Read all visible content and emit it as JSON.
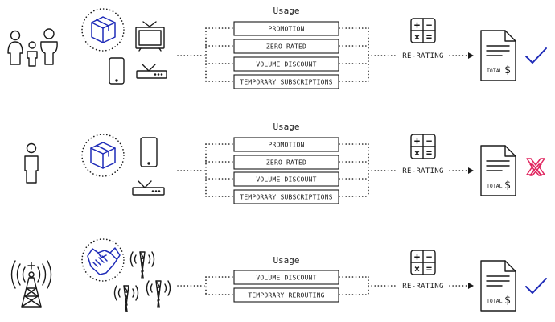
{
  "rows": [
    {
      "usage_title": "Usage",
      "items": [
        "PROMOTION",
        "ZERO RATED",
        "VOLUME DISCOUNT",
        "TEMPORARY SUBSCRIPTIONS"
      ],
      "rerating": "RE-RATING",
      "total": "TOTAL",
      "currency": "$",
      "result": "check",
      "result_color": "#1e2bb8"
    },
    {
      "usage_title": "Usage",
      "items": [
        "PROMOTION",
        "ZERO RATED",
        "VOLUME DISCOUNT",
        "TEMPORARY SUBSCRIPTIONS"
      ],
      "rerating": "RE-RATING",
      "total": "TOTAL",
      "currency": "$",
      "result": "cross",
      "result_color": "#e0245e"
    },
    {
      "usage_title": "Usage",
      "items": [
        "VOLUME DISCOUNT",
        "TEMPORARY REROUTING"
      ],
      "rerating": "RE-RATING",
      "total": "TOTAL",
      "currency": "$",
      "result": "check",
      "result_color": "#1e2bb8"
    }
  ],
  "calculator_symbols": [
    "+",
    "−",
    "×",
    "="
  ],
  "icons": {
    "row0": [
      "family-icon",
      "package-icon",
      "tv-icon",
      "phone-icon",
      "router-icon"
    ],
    "row1": [
      "person-icon",
      "package-icon",
      "phone-icon",
      "router-icon"
    ],
    "row2": [
      "cell-tower-icon",
      "handshake-icon",
      "antenna-icon"
    ]
  }
}
